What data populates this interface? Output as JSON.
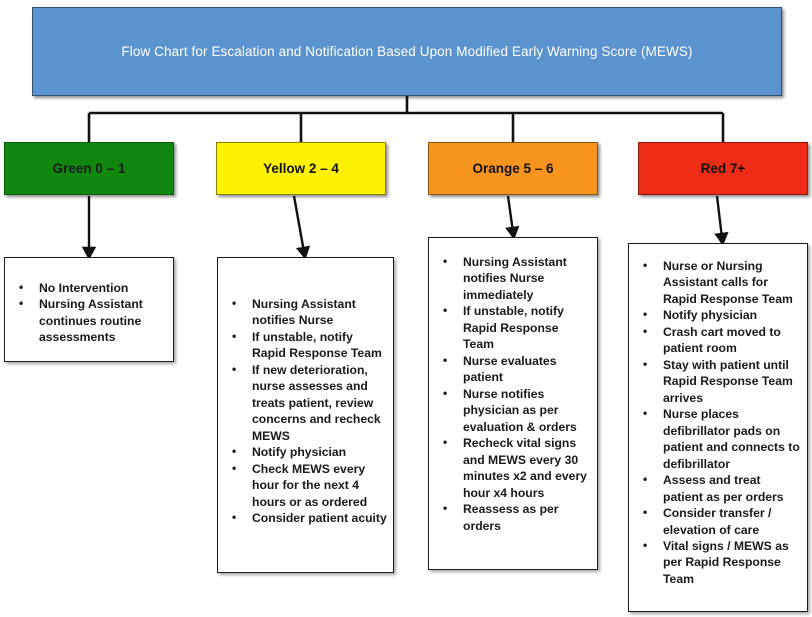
{
  "title": {
    "text": "Flow Chart for Escalation and Notification Based Upon Modified Early Warning Score (MEWS)",
    "background_color": "#5B93CE",
    "text_color": "#FFFFFF"
  },
  "categories": [
    {
      "id": "green",
      "label": "Green 0 – 1",
      "color": "#108810",
      "actions": [
        "No Intervention",
        "Nursing Assistant continues routine assessments"
      ]
    },
    {
      "id": "yellow",
      "label": "Yellow 2 – 4",
      "color": "#FFF200",
      "actions": [
        "Nursing Assistant notifies Nurse",
        "If unstable, notify Rapid Response Team",
        "If new deterioration, nurse assesses and treats patient, review concerns and recheck MEWS",
        "Notify physician",
        "Check MEWS every hour for the next 4 hours or as ordered",
        "Consider patient acuity"
      ]
    },
    {
      "id": "orange",
      "label": "Orange 5 – 6",
      "color": "#F7941E",
      "actions": [
        "Nursing Assistant notifies Nurse immediately",
        "If unstable, notify Rapid Response Team",
        "Nurse evaluates patient",
        "Nurse notifies physician as per evaluation & orders",
        "Recheck vital signs and MEWS every 30 minutes x2 and every hour x4 hours",
        "Reassess as per orders"
      ]
    },
    {
      "id": "red",
      "label": "Red 7+",
      "color": "#EE2B14",
      "actions": [
        "Nurse or Nursing Assistant calls for Rapid Response Team",
        "Notify physician",
        "Crash cart moved to patient room",
        "Stay with patient until Rapid Response Team arrives",
        "Nurse places defibrillator pads on patient and connects to defibrillator",
        "Assess and treat patient as per orders",
        "Consider transfer / elevation of care",
        "Vital signs / MEWS as per Rapid Response Team"
      ]
    }
  ]
}
